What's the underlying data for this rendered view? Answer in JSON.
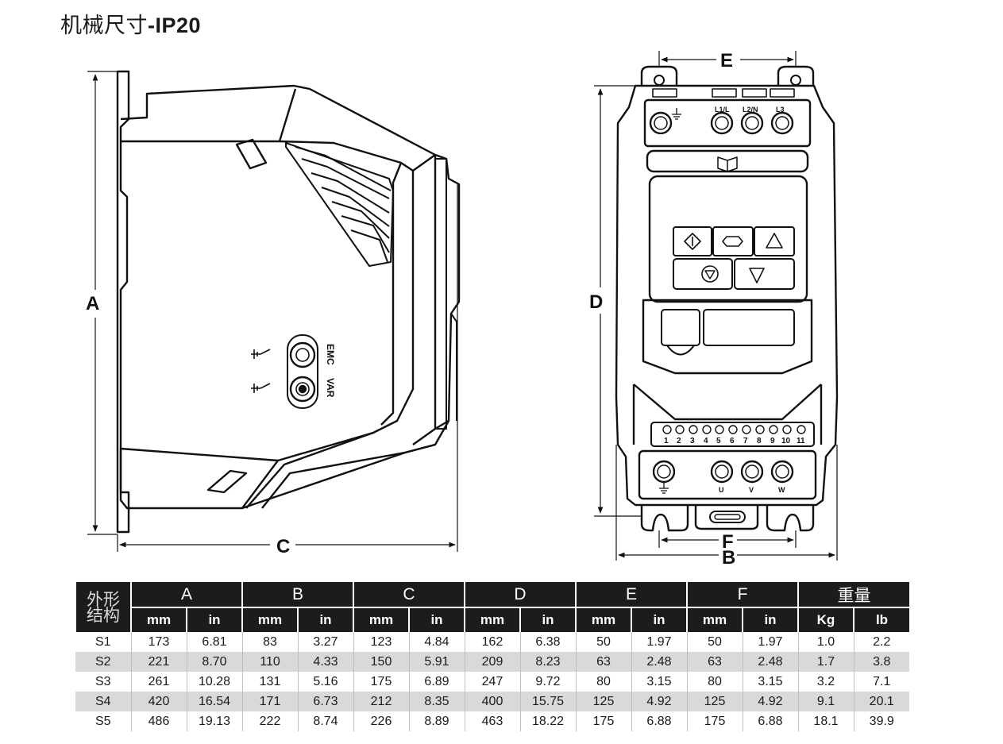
{
  "title": {
    "zh": "机械尺寸",
    "en": "-IP20"
  },
  "diagram": {
    "side_labels": {
      "A": "A",
      "C": "C"
    },
    "side_text": {
      "emc": "EMC",
      "var": "VAR"
    },
    "front_labels": {
      "E": "E",
      "D": "D",
      "F": "F",
      "B": "B"
    },
    "terminal_labels": [
      "L1/L",
      "L2/N",
      "L3"
    ],
    "control_terminals": [
      "1",
      "2",
      "3",
      "4",
      "5",
      "6",
      "7",
      "8",
      "9",
      "10",
      "11"
    ],
    "motor_labels": [
      "U",
      "V",
      "W"
    ]
  },
  "table": {
    "shape_header": [
      "外形",
      "结构"
    ],
    "groups": [
      "A",
      "B",
      "C",
      "D",
      "E",
      "F",
      "重量"
    ],
    "units": [
      "mm",
      "in",
      "mm",
      "in",
      "mm",
      "in",
      "mm",
      "in",
      "mm",
      "in",
      "mm",
      "in",
      "Kg",
      "lb"
    ],
    "rows": [
      [
        "S1",
        "173",
        "6.81",
        "83",
        "3.27",
        "123",
        "4.84",
        "162",
        "6.38",
        "50",
        "1.97",
        "50",
        "1.97",
        "1.0",
        "2.2"
      ],
      [
        "S2",
        "221",
        "8.70",
        "110",
        "4.33",
        "150",
        "5.91",
        "209",
        "8.23",
        "63",
        "2.48",
        "63",
        "2.48",
        "1.7",
        "3.8"
      ],
      [
        "S3",
        "261",
        "10.28",
        "131",
        "5.16",
        "175",
        "6.89",
        "247",
        "9.72",
        "80",
        "3.15",
        "80",
        "3.15",
        "3.2",
        "7.1"
      ],
      [
        "S4",
        "420",
        "16.54",
        "171",
        "6.73",
        "212",
        "8.35",
        "400",
        "15.75",
        "125",
        "4.92",
        "125",
        "4.92",
        "9.1",
        "20.1"
      ],
      [
        "S5",
        "486",
        "19.13",
        "222",
        "8.74",
        "226",
        "8.89",
        "463",
        "18.22",
        "175",
        "6.88",
        "175",
        "6.88",
        "18.1",
        "39.9"
      ]
    ]
  }
}
